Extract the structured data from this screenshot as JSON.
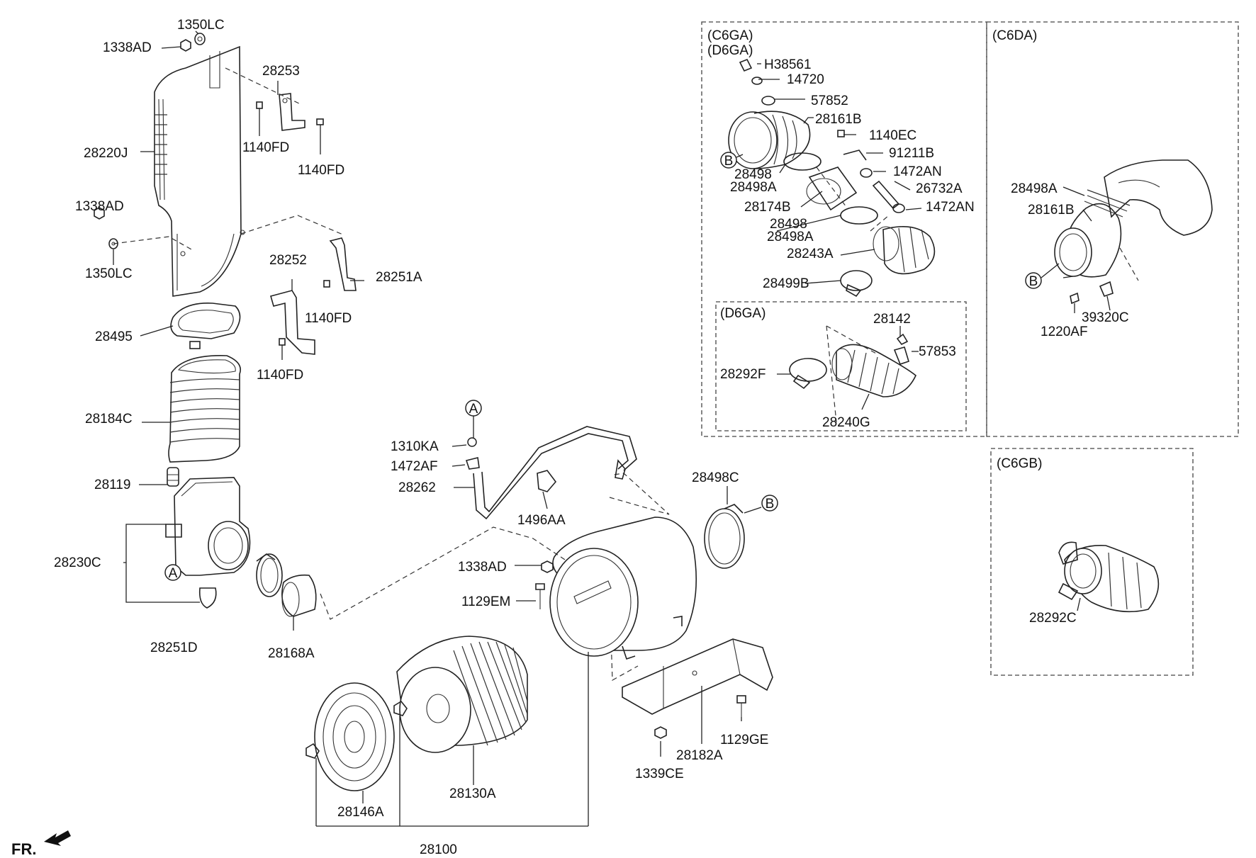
{
  "diagram": {
    "fr_label": "FR.",
    "callouts": {
      "c_1350LC_top": "1350LC",
      "c_1338AD_top": "1338AD",
      "c_28253": "28253",
      "c_1140FD_a": "1140FD",
      "c_1140FD_b": "1140FD",
      "c_28220J": "28220J",
      "c_1338AD_mid": "1338AD",
      "c_1350LC_mid": "1350LC",
      "c_28252": "28252",
      "c_28251A": "28251A",
      "c_1140FD_c": "1140FD",
      "c_28495": "28495",
      "c_1140FD_d": "1140FD",
      "c_28184C": "28184C",
      "c_28119": "28119",
      "c_28230C": "28230C",
      "c_28251D": "28251D",
      "c_28168A": "28168A",
      "c_1310KA": "1310KA",
      "c_1472AF": "1472AF",
      "c_28262": "28262",
      "c_1496AA": "1496AA",
      "c_1338AD_low": "1338AD",
      "c_1129EM": "1129EM",
      "c_28498C": "28498C",
      "c_1129GE": "1129GE",
      "c_28182A": "28182A",
      "c_1339CE": "1339CE",
      "c_28130A": "28130A",
      "c_28146A": "28146A",
      "c_28100": "28100",
      "c_C6GA": "(C6GA)",
      "c_D6GA": "(D6GA)",
      "c_H38561": "H38561",
      "c_14720": "14720",
      "c_57852": "57852",
      "c_28161B_a": "28161B",
      "c_1140EC": "1140EC",
      "c_91211B": "91211B",
      "c_28498_a": "28498",
      "c_28498A_a": "28498A",
      "c_1472AN_a": "1472AN",
      "c_26732A": "26732A",
      "c_28174B": "28174B",
      "c_1472AN_b": "1472AN",
      "c_28498_b": "28498",
      "c_28498A_b": "28498A",
      "c_28243A": "28243A",
      "c_28499B": "28499B",
      "c_D6GA_sub": "(D6GA)",
      "c_28142": "28142",
      "c_57853": "57853",
      "c_28292F": "28292F",
      "c_28240G": "28240G",
      "c_C6DA": "(C6DA)",
      "c_28498A_c": "28498A",
      "c_28161B_b": "28161B",
      "c_1220AF": "1220AF",
      "c_39320C": "39320C",
      "c_C6GB": "(C6GB)",
      "c_28292C": "28292C"
    },
    "markers": {
      "A": "A",
      "B": "B"
    }
  }
}
